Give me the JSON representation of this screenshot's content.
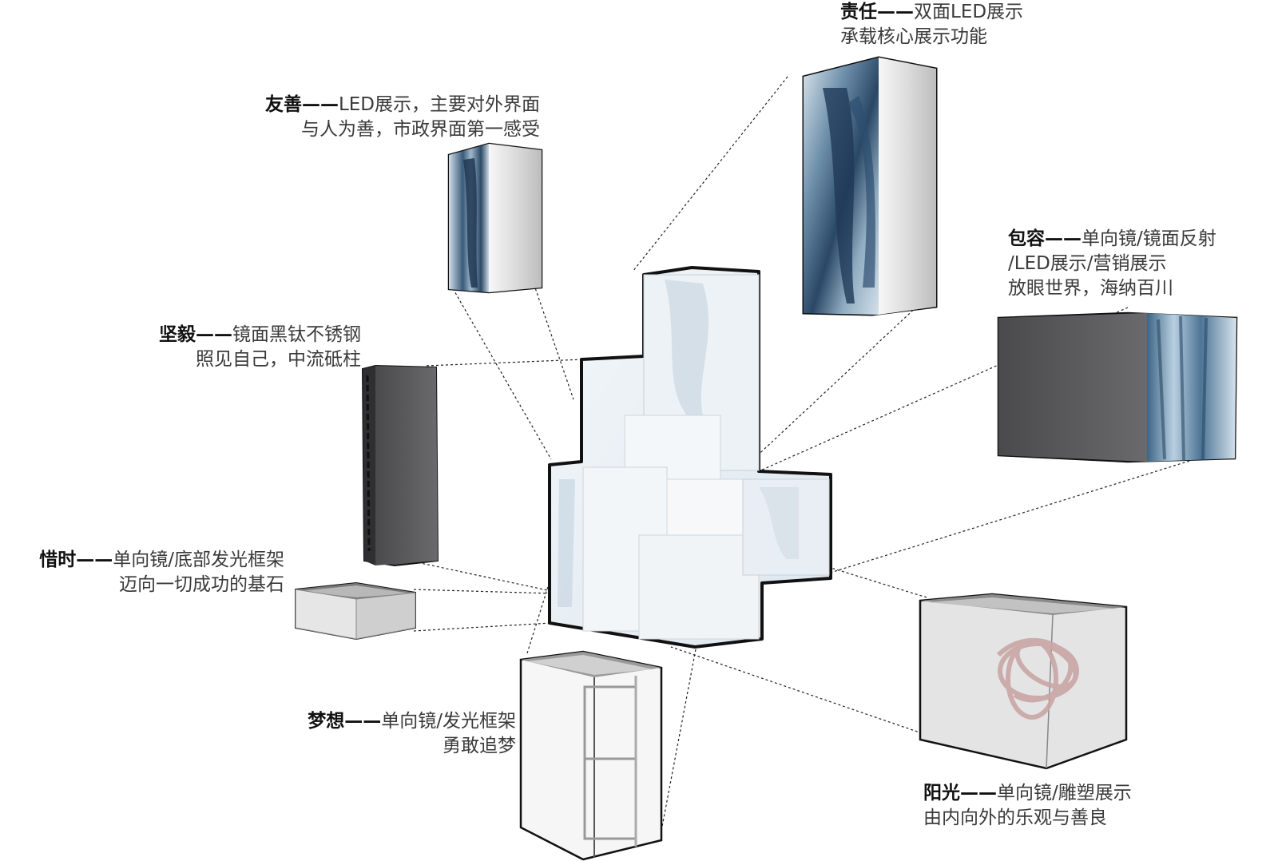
{
  "labels": {
    "zeren": {
      "title": "责任",
      "dash": "——",
      "line1": "双面LED展示",
      "line2": "承载核心展示功能"
    },
    "youshan": {
      "title": "友善",
      "dash": "——",
      "line1": "LED展示，主要对外界面",
      "line2": "与人为善，市政界面第一感受"
    },
    "baorong": {
      "title": "包容",
      "dash": "——",
      "line1": "单向镜/镜面反射",
      "line2": "/LED展示/营销展示",
      "line3": "放眼世界，海纳百川"
    },
    "jianyi": {
      "title": "坚毅",
      "dash": "——",
      "line1": "镜面黑钛不锈钢",
      "line2": "照见自己，中流砥柱"
    },
    "xishi": {
      "title": "惜时",
      "dash": "——",
      "line1": "单向镜/底部发光框架",
      "line2": "迈向一切成功的基石"
    },
    "mengxiang": {
      "title": "梦想",
      "dash": "——",
      "line1": "单向镜/发光框架",
      "line2": "勇敢追梦"
    },
    "yangguang": {
      "title": "阳光",
      "dash": "——",
      "line1": "单向镜/雕塑展示",
      "line2": "由内向外的乐观与善良"
    }
  },
  "colors": {
    "ink": "#111111",
    "text": "#3a3a3a",
    "steel": "#5f5f61",
    "led_blue": "#2f4f6f",
    "glass": "#eef3f7"
  }
}
